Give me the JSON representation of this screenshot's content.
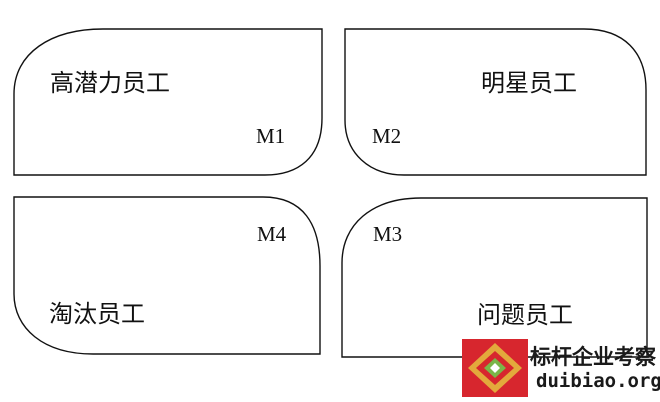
{
  "quadrants": {
    "m1": {
      "label": "高潜力员工",
      "code": "M1"
    },
    "m2": {
      "label": "明星员工",
      "code": "M2"
    },
    "m3": {
      "label": "问题员工",
      "code": "M3"
    },
    "m4": {
      "label": "淘汰员工",
      "code": "M4"
    }
  },
  "watermark": {
    "name": "标杆企业考察",
    "url": "duibiao.org",
    "colors": {
      "red": "#d7262e",
      "gold": "#e3a93c",
      "green": "#7ab648"
    }
  }
}
